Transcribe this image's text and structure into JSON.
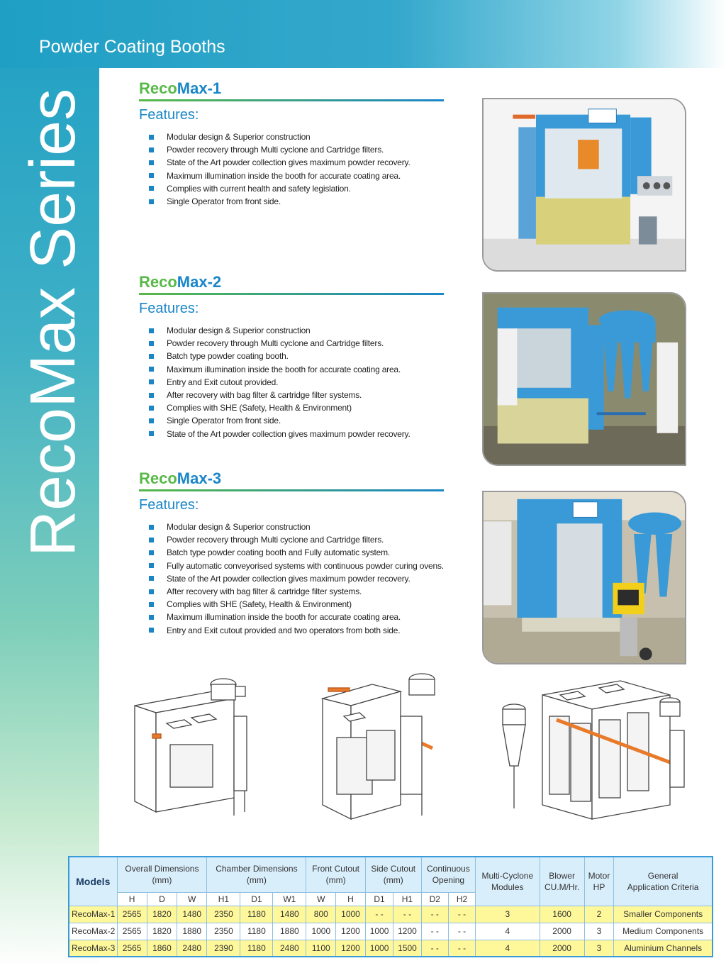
{
  "page": {
    "title": "Powder Coating Booths",
    "vertical_title": "RecoMax Series"
  },
  "sections": [
    {
      "name_prefix": "Reco",
      "name_suffix": "Max-1",
      "features_label": "Features:",
      "features": [
        "Modular design & Superior construction",
        "Powder recovery through Multi cyclone and Cartridge filters.",
        "State of the Art powder collection gives maximum powder recovery.",
        "Maximum illumination inside the booth for accurate coating area.",
        "Complies with current health and safety legislation.",
        "Single Operator from front side."
      ]
    },
    {
      "name_prefix": "Reco",
      "name_suffix": "Max-2",
      "features_label": "Features:",
      "features": [
        "Modular design & Superior construction",
        "Powder recovery through Multi cyclone and Cartridge filters.",
        "Batch type powder coating booth.",
        "Maximum illumination inside the booth for accurate coating area.",
        "Entry and Exit cutout provided.",
        "After recovery with bag filter & cartridge filter systems.",
        "Complies with SHE (Safety, Health & Environment)",
        "Single Operator from front side.",
        "State of the Art powder collection gives maximum powder recovery."
      ]
    },
    {
      "name_prefix": "Reco",
      "name_suffix": "Max-3",
      "features_label": "Features:",
      "features": [
        "Modular design & Superior construction",
        "Powder recovery through Multi cyclone and Cartridge filters.",
        "Batch type powder coating booth and Fully automatic system.",
        "Fully automatic conveyorised systems with continuous powder curing ovens.",
        "State of the Art powder collection gives maximum powder recovery.",
        "After recovery with bag filter & cartridge filter systems.",
        "Complies with SHE (Safety, Health & Environment)",
        "Maximum illumination inside the booth for accurate coating area.",
        "Entry and Exit cutout provided and two operators from both side."
      ]
    }
  ],
  "table": {
    "headers": {
      "models": "Models",
      "overall": "Overall Dimensions",
      "overall_unit": "(mm)",
      "chamber": "Chamber Dimensions",
      "chamber_unit": "(mm)",
      "front": "Front Cutout",
      "front_unit": "(mm)",
      "side": "Side Cutout",
      "side_unit": "(mm)",
      "continuous": "Continuous",
      "continuous_2": "Opening",
      "multi": "Multi-Cyclone",
      "multi_2": "Modules",
      "blower": "Blower",
      "blower_2": "CU.M/Hr.",
      "motor": "Motor",
      "motor_2": "HP",
      "general": "General",
      "general_2": "Application Criteria"
    },
    "subheaders": [
      "H",
      "D",
      "W",
      "H1",
      "D1",
      "W1",
      "W",
      "H",
      "D1",
      "H1",
      "D2",
      "H2"
    ],
    "rows": [
      [
        "RecoMax-1",
        "2565",
        "1820",
        "1480",
        "2350",
        "1180",
        "1480",
        "800",
        "1000",
        "- -",
        "- -",
        "- -",
        "- -",
        "3",
        "1600",
        "2",
        "Smaller Components"
      ],
      [
        "RecoMax-2",
        "2565",
        "1820",
        "1880",
        "2350",
        "1180",
        "1880",
        "1000",
        "1200",
        "1000",
        "1200",
        "- -",
        "- -",
        "4",
        "2000",
        "3",
        "Medium Components"
      ],
      [
        "RecoMax-3",
        "2565",
        "1860",
        "2480",
        "2390",
        "1180",
        "2480",
        "1100",
        "1200",
        "1000",
        "1500",
        "- -",
        "- -",
        "4",
        "2000",
        "3",
        "Aluminium Channels"
      ]
    ]
  },
  "colors": {
    "brand_blue": "#1a86c8",
    "brand_green": "#57b947",
    "booth_blue": "#3a9ad8",
    "row_highlight": "#fff89a"
  }
}
